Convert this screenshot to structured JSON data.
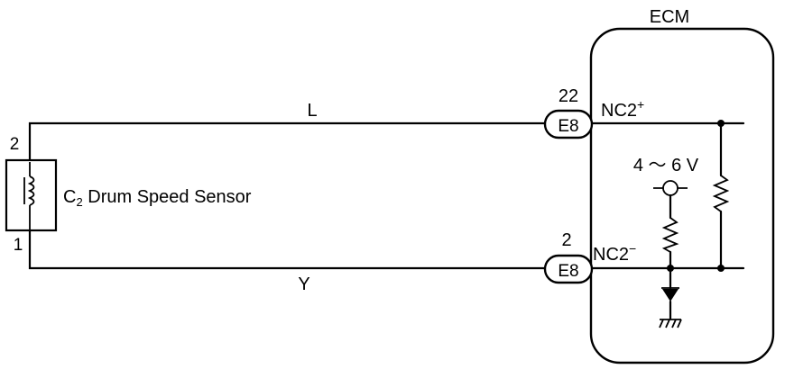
{
  "ecm": {
    "label": "ECM"
  },
  "sensor": {
    "label_prefix": "C",
    "label_subscript": "2",
    "label_suffix": " Drum Speed Sensor",
    "pin_top": "2",
    "pin_bottom": "1"
  },
  "wires": {
    "top_color": "L",
    "bottom_color": "Y"
  },
  "connectors": {
    "top": {
      "pin": "22",
      "id": "E8",
      "signal": "NC2",
      "polarity": "+"
    },
    "bottom": {
      "pin": "2",
      "id": "E8",
      "signal": "NC2",
      "polarity": "−"
    }
  },
  "voltage_label": "4 ～ 6 V"
}
